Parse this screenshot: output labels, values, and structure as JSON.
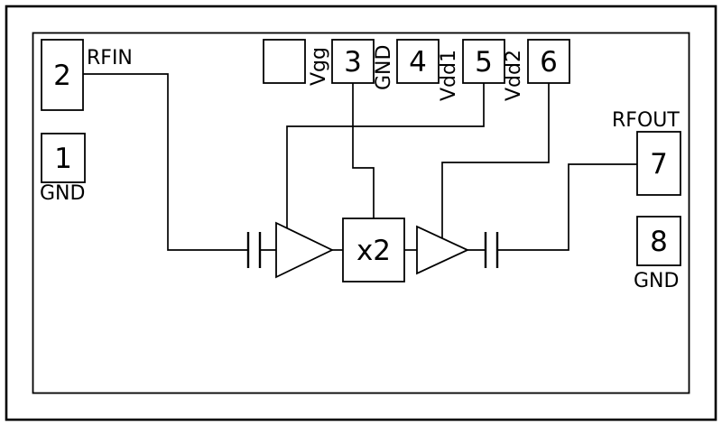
{
  "diagram": {
    "pins": {
      "pin1": {
        "number": "1",
        "label": "GND"
      },
      "pin2": {
        "number": "2",
        "label": "RFIN"
      },
      "pin3": {
        "number": "3",
        "label": "Vgg"
      },
      "pin4": {
        "number": "4",
        "label": "GND"
      },
      "pin5": {
        "number": "5",
        "label": "Vdd1"
      },
      "pin6": {
        "number": "6",
        "label": "Vdd2"
      },
      "pin7": {
        "number": "7",
        "label": "RFOUT"
      },
      "pin8": {
        "number": "8",
        "label": "GND"
      }
    },
    "blocks": {
      "multiplier": "x2"
    },
    "colors": {
      "line": "#000000",
      "background": "#ffffff"
    }
  }
}
